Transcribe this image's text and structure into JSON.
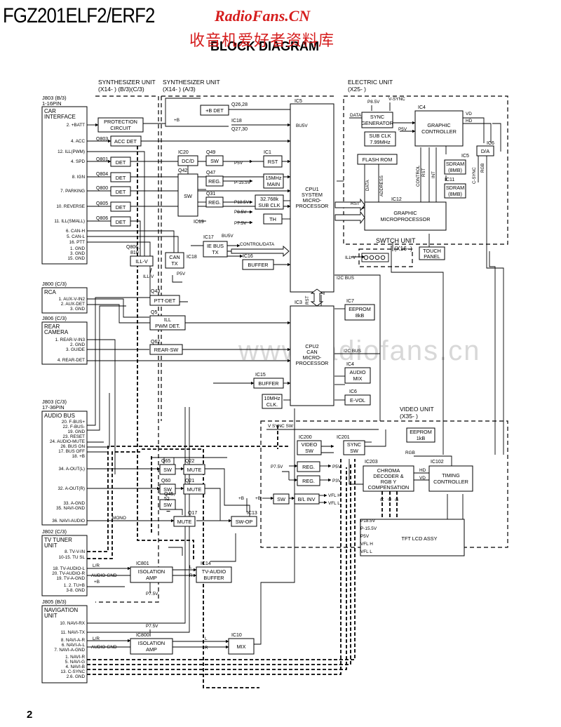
{
  "header": {
    "model": "FGZ201ELF2/ERF2",
    "watermark_site": "RadioFans.CN",
    "watermark_chinese": "收音机爱好者资料库",
    "diagram_title": "BLOCK DIAGRAM",
    "center_watermark": "www.radiofans.cn",
    "page_number": "2"
  },
  "units": {
    "synth_left": [
      "SYNTHESIZER UNIT",
      "(X14- ) (B/3)(C/3)"
    ],
    "synth_mid": [
      "SYNTHESIZER UNIT",
      "(X14- ) (A/3)"
    ],
    "electric": [
      "ELECTRIC UNIT",
      "(X25- )"
    ],
    "video": [
      "VIDEO UNIT",
      "(X35- )"
    ],
    "switch": [
      "SWTCH UNIT",
      "(X16- )"
    ]
  },
  "connectors": {
    "j803a": {
      "id": [
        "J803 (B/3)",
        "1-16PIN"
      ],
      "title": [
        "CAR",
        "INTERFACE"
      ],
      "pins": [
        "2. +BATT",
        "4. ACC",
        "12. ILL(PWM)",
        "4. SPD",
        "8. IGN",
        "7. PARKING",
        "10. REVERSE",
        "11. ILL(SMALL)",
        "6. CAN-H",
        "5. CAN-L",
        "16. PTT",
        "1. GND",
        "3. GND",
        "15. GND"
      ]
    },
    "j800": {
      "id": [
        "J800 (C/3)"
      ],
      "title": [
        "RCA"
      ],
      "pins": [
        "1. AUX-V-IN2",
        "2. AUX-DET",
        "3. GND"
      ]
    },
    "j806": {
      "id": [
        "J806 (C/3)"
      ],
      "title": [
        "REAR",
        "CAMERA"
      ],
      "pins": [
        "1. REAR-V-IN3",
        "2. GND",
        "3. GUIDE",
        "4. REAR-DET"
      ]
    },
    "j803b": {
      "id": [
        "J803 (C/3)",
        "17-36PIN"
      ],
      "title": [
        "AUDIO BUS"
      ],
      "pins": [
        "20. F-BUS+",
        "22. F-BUS-",
        "19. GND",
        "23. RESET",
        "24. AUDIO-MUTE",
        "26. BUS ON",
        "17. BUS OFF",
        "18. +B",
        "34. A-OUT(L)",
        "32. A-OUT(R)",
        "33. A-GND",
        "35. NAVI-GND",
        "36. NAVI-AUDIO"
      ]
    },
    "j802": {
      "id": [
        "J802 (C/3)"
      ],
      "title": [
        "TV TUNER",
        "UNIT"
      ],
      "pins": [
        "8. TV-V-IN",
        "10-15. TU SL",
        "18. TV-AUDIO-L",
        "20. TV-AUDIO-R",
        "19. TV-A-GND",
        "1. 2. TU+B",
        "3-8. GND"
      ]
    },
    "j805": {
      "id": [
        "J805 (B/3)"
      ],
      "title": [
        "NAVIGATION",
        "UNIT"
      ],
      "pins": [
        "10. NAVI-RX",
        "11. NAVI-TX",
        "8. NAVI-A-R",
        "6. NAVI-A-L",
        "7. NAVI-A-GND",
        "1. NAVI-R",
        "5. NAVI-G",
        "4. NAVI-B",
        "13. C-SYNC",
        "2.6. GND"
      ]
    }
  },
  "blocks": {
    "protection": [
      "PROTECTION",
      "CIRCUIT"
    ],
    "acc_det": "ACC DET",
    "det": "DET",
    "ill_v": "ILL-V",
    "can_tx": [
      "CAN",
      "TX"
    ],
    "ie_bus": [
      "IE BUS",
      "TX"
    ],
    "buffer": "BUFFER",
    "ptt_det": "PTT-DET",
    "ill_pwm": [
      "ILL",
      "PWM DET."
    ],
    "rear_sw": "REAR-SW",
    "b_det": "+B DET",
    "dcd": "DC/D",
    "sw": "SW",
    "reg": "REG.",
    "rst": "RST",
    "main_osc": [
      "15MHz",
      "MAIN"
    ],
    "sub_clk_32": [
      "32.768k",
      "SUB CLK"
    ],
    "th": "TH",
    "cpu1": [
      "CPU1",
      "SYSTEM",
      "MICRO-",
      "PROCESSOR"
    ],
    "cpu2": [
      "CPU2",
      "CAN",
      "MICRO-",
      "PROCESSOR"
    ],
    "eeprom_8k": [
      "EEPROM",
      "8kB"
    ],
    "audio_mix": [
      "AUDIO",
      "MIX"
    ],
    "e_vol": "E-VOL",
    "clk_10": [
      "10MHz",
      "CLK."
    ],
    "sync_gen": [
      "SYNC",
      "GENERATOR"
    ],
    "sub_clk_799": [
      "SUB CLK",
      "7.99MHz"
    ],
    "graphic_ctrl": [
      "GRAPHIC",
      "CONTROLLER"
    ],
    "sdram": [
      "SDRAM",
      "(8MB)"
    ],
    "da": "D/A",
    "flash_rom": "FLASH ROM",
    "graphic_mpu": [
      "GRAPHIC",
      "MICROPROCESSOR"
    ],
    "touch_panel": [
      "TOUCH",
      "PANEL"
    ],
    "video_sw": [
      "VIDEO",
      "SW"
    ],
    "sync_sw": [
      "SYNC",
      "SW"
    ],
    "eeprom_1k": [
      "EEPROM",
      "1kB"
    ],
    "chroma": [
      "CHROMA",
      "DECODER &",
      "RGB Y",
      "COMPENSATION"
    ],
    "timing": [
      "TIMING",
      "CONTROLLER"
    ],
    "bl_inv": "B/L INV",
    "tft": "TFT LCD ASSY",
    "mute": "MUTE",
    "sw_op": "SW-OP",
    "isolation_amp": [
      "ISOLATION",
      "AMP"
    ],
    "tv_audio_buffer": [
      "TV-AUDIO",
      "BUFFER"
    ],
    "mix": "MIX"
  },
  "refs": {
    "q803": "Q803",
    "q801": "Q801",
    "q804": "Q804",
    "q800": "Q800",
    "q805": "Q805",
    "q806": "Q806",
    "q806_810": [
      "Q806,",
      "810"
    ],
    "q43": "Q43",
    "q5": "Q5",
    "q62": "Q62",
    "q26": "Q26,28",
    "q27": "Q27,30",
    "ic18": "IC18",
    "ic20": "IC20",
    "q49": "Q49",
    "q42": "Q42",
    "q47": "Q47",
    "q31": "Q31",
    "ic19": "IC19",
    "ic17": "IC17",
    "ic16": "IC16",
    "ic5": "IC5",
    "ic3": "IC3",
    "ic1": "IC1",
    "ic7": "IC7",
    "ic4": "IC4",
    "ic15": "IC15",
    "ic6": "IC6",
    "ic4e": "IC4",
    "ic5e": "IC5",
    "ic6e": "IC6",
    "ic11": "IC11",
    "ic12": "IC12",
    "ic200": "IC200",
    "ic201": "IC201",
    "ic203": "IC203",
    "ic102": "IC102",
    "q65": "Q65",
    "q22": "Q22",
    "q60": "Q60",
    "q21": "Q21",
    "q4552": [
      "Q45,",
      "52"
    ],
    "q17": "Q17",
    "ic13": "IC13",
    "ic801": "IC801",
    "ic14": "IC14",
    "ic800": "IC800",
    "ic10": "IC10"
  },
  "signals": {
    "bplus": "+B",
    "p5v": "P5V",
    "p155v": "P-15.5V",
    "p185v": "P18.5V",
    "p85v": "P8.5V",
    "p75v": "P7.5V",
    "bu5v": "BU5V",
    "control_data": "CONTROL/DATA",
    "i2c_bus": "I2C BUS",
    "i2c_bus2": "I2C BUS",
    "ill_v_lbl": "ILL-V",
    "p5v_can": "P5V",
    "p85v_e": "P8.5V",
    "vsync": "V-SYNC",
    "data": "DATA",
    "p5v_e": "P5V",
    "vd": "VD",
    "hd": "HD",
    "rgb": "RGB",
    "csync": "C-SYNC",
    "data_v": "DATA",
    "address": "ADDRESS",
    "control": "CONTROL",
    "int": "INT",
    "rst_v": "RST",
    "rst_g": "RST",
    "rst_b": "RST",
    "ill_v2": "ILL-V",
    "vsync_sw": "V SYNC SW",
    "p75v_v": "P7.5V",
    "p5v_v": "P5V",
    "p3v": "P3V",
    "bplus_v": "+B",
    "vfl_h": "VFL H",
    "vfl_l": "VFL L",
    "rgb2": "RGB",
    "hd2": "HD",
    "vd2": "VD",
    "r": "R",
    "g": "G",
    "b": "B",
    "tft_p18": "P18.5V",
    "tft_p15": "P-15.5V",
    "tft_p5": "P5V",
    "tft_vflh": "VFL H",
    "tft_vfll": "VFL L",
    "mono": "MONO",
    "lr": "L/R",
    "lr2": "L/R",
    "audio_gnd": "AUDIO-GND",
    "audio_gnd2": "AUDIO-GND",
    "bplus_t": "+B",
    "p75v_t": "P7.5V",
    "p75v_n": "P7.5V",
    "l": "L",
    "r2": "R",
    "l2": "L",
    "r3": "R",
    "bplus_m": "+B",
    "bu5v_ie": "BU5V"
  }
}
